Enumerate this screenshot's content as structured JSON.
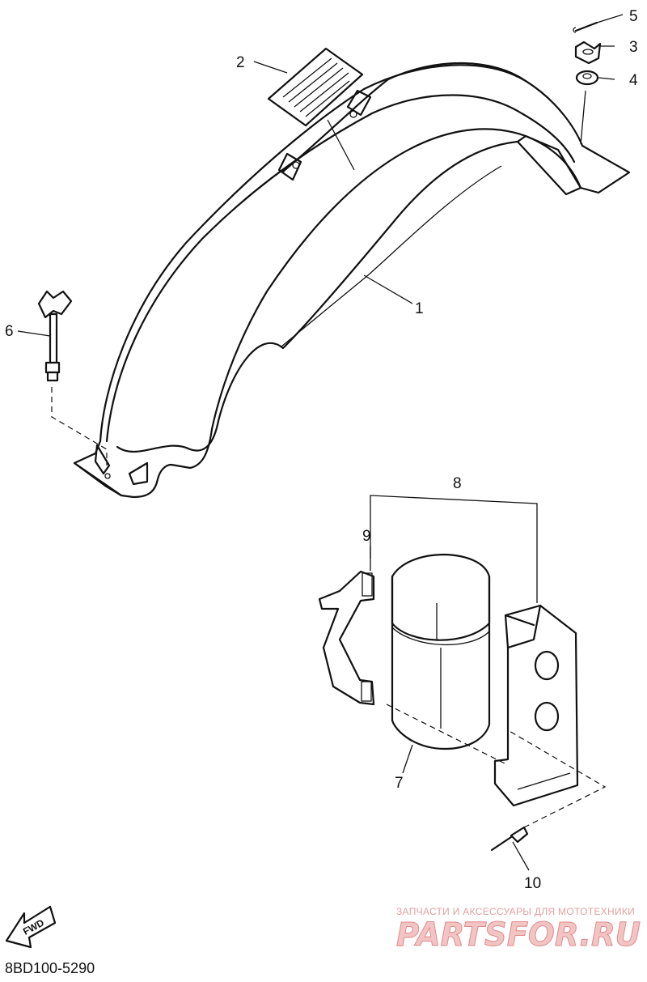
{
  "callouts": [
    {
      "id": "1",
      "label": "1"
    },
    {
      "id": "2",
      "label": "2"
    },
    {
      "id": "3",
      "label": "3"
    },
    {
      "id": "4",
      "label": "4"
    },
    {
      "id": "5",
      "label": "5"
    },
    {
      "id": "6",
      "label": "6"
    },
    {
      "id": "7",
      "label": "7"
    },
    {
      "id": "8",
      "label": "8"
    },
    {
      "id": "9",
      "label": "9"
    },
    {
      "id": "10",
      "label": "10"
    }
  ],
  "fwd_label": "FWD",
  "diagram_code": "8BD100-5290",
  "watermark": {
    "tagline": "ЗАПЧАСТИ И АКСЕССУАРЫ ДЛЯ МОТОТЕХНИКИ",
    "logo": "PARTSFOR.RU",
    "color": "#e08a8a"
  }
}
